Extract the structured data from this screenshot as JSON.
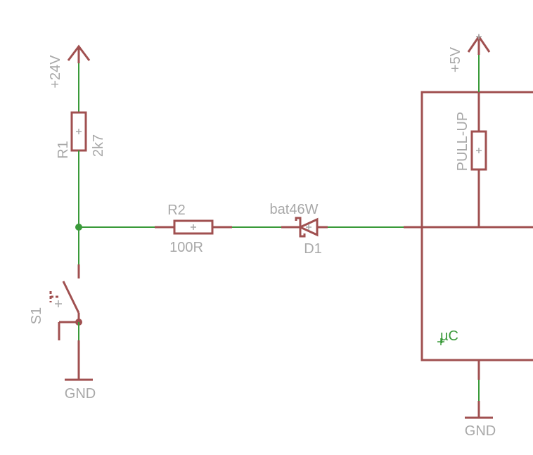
{
  "colors": {
    "wire": "#3a9a3a",
    "component": "#a05050",
    "label": "#a8a8a8",
    "junction": "#3a9a3a",
    "mcu_label": "#3a9a3a"
  },
  "supplies": {
    "vcc24": "+24V",
    "vcc5": "+5V",
    "gnd_left": "GND",
    "gnd_right": "GND"
  },
  "r1": {
    "name": "R1",
    "value": "2k7"
  },
  "r2": {
    "name": "R2",
    "value": "100R"
  },
  "d1": {
    "name": "D1",
    "value": "bat46W"
  },
  "s1": {
    "name": "S1"
  },
  "pullup": {
    "name": "PULL-UP"
  },
  "mcu": {
    "name": "µC"
  }
}
